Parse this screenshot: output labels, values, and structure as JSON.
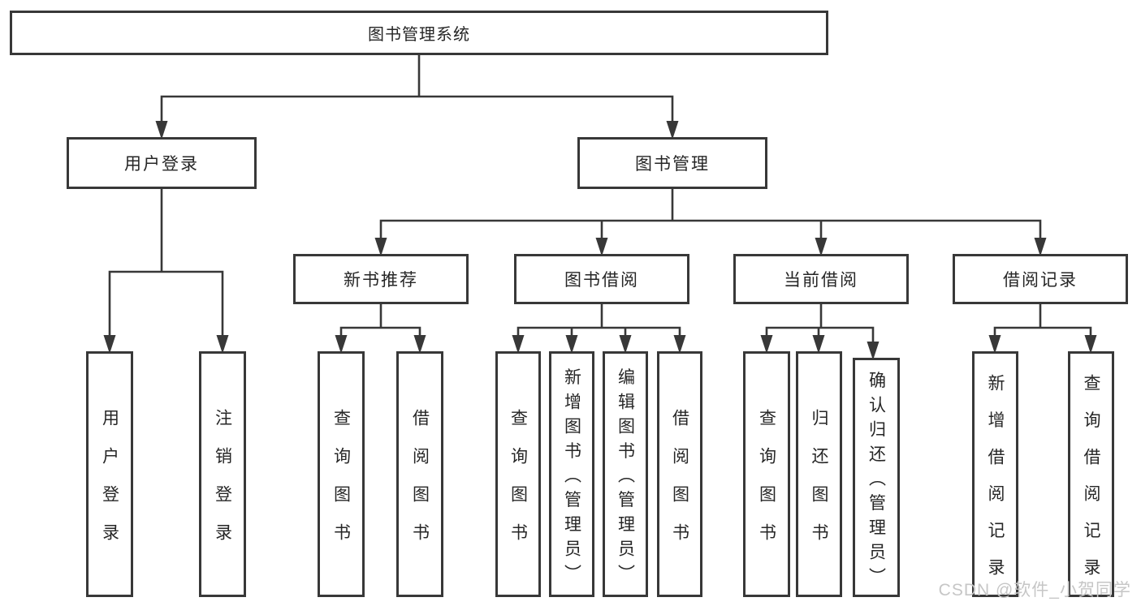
{
  "diagram": {
    "title": "图书管理系统",
    "tree": {
      "label": "图书管理系统",
      "children": [
        {
          "label": "用户登录",
          "children": [
            {
              "label": "用户登录"
            },
            {
              "label": "注销登录"
            }
          ]
        },
        {
          "label": "图书管理",
          "children": [
            {
              "label": "新书推荐",
              "children": [
                {
                  "label": "查询图书"
                },
                {
                  "label": "借阅图书"
                }
              ]
            },
            {
              "label": "图书借阅",
              "children": [
                {
                  "label": "查询图书"
                },
                {
                  "label": "新增图书（管理员）"
                },
                {
                  "label": "编辑图书（管理员）"
                },
                {
                  "label": "借阅图书"
                }
              ]
            },
            {
              "label": "当前借阅",
              "children": [
                {
                  "label": "查询图书"
                },
                {
                  "label": "归还图书"
                },
                {
                  "label": "确认归还（管理员）"
                }
              ]
            },
            {
              "label": "借阅记录",
              "children": [
                {
                  "label": "新增借阅记录"
                },
                {
                  "label": "查询借阅记录"
                }
              ]
            }
          ]
        }
      ]
    },
    "colors": {
      "line": "#383838",
      "box_border": "#383838",
      "box_fill": "#ffffff",
      "text": "#262626",
      "watermark": "#c6c6c6"
    }
  },
  "watermark": {
    "text": "CSDN @软件_小贺同学"
  }
}
